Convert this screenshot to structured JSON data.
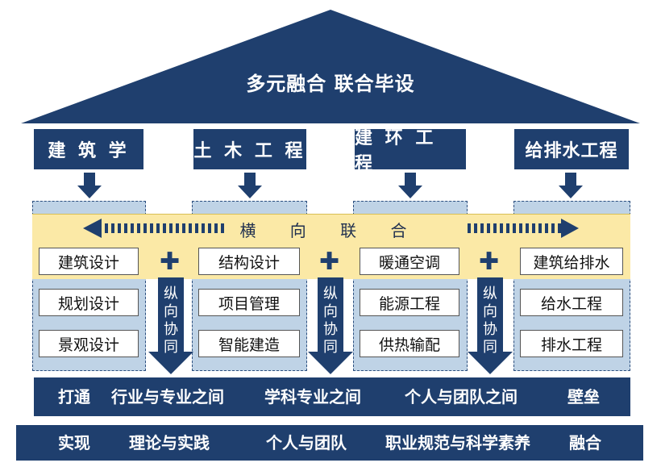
{
  "roof": {
    "title": "多元融合  联合毕设"
  },
  "disciplines": [
    "建 筑 学",
    "土 木 工 程",
    "建 环 工 程",
    "给排水工程"
  ],
  "horizontal_band": {
    "label": "横 向 联 合"
  },
  "columns": [
    {
      "items": [
        "建筑设计",
        "规划设计",
        "景观设计"
      ]
    },
    {
      "items": [
        "结构设计",
        "项目管理",
        "智能建造"
      ]
    },
    {
      "items": [
        "暖通空调",
        "能源工程",
        "供热输配"
      ]
    },
    {
      "items": [
        "建筑给排水",
        "给水工程",
        "排水工程"
      ]
    }
  ],
  "plus_symbol": "✚",
  "vertical_label": [
    "纵",
    "向",
    "协",
    "同"
  ],
  "bar1": {
    "items": [
      "打通",
      "行业与专业之间",
      "学科专业之间",
      "个人与团队之间",
      "壁垒"
    ]
  },
  "bar2": {
    "items": [
      "实现",
      "理论与实践",
      "个人与团队",
      "职业规范与科学素养",
      "融合"
    ]
  },
  "colors": {
    "navy": "#1f3f6e",
    "column_fill": "#bfd3e6",
    "band_fill": "#fbe9a6"
  }
}
